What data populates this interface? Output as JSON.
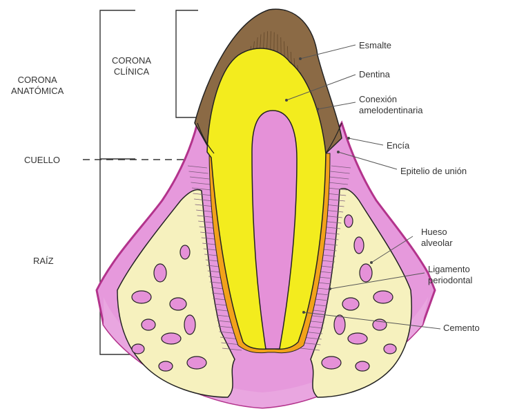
{
  "left_labels": {
    "corona_clinica": [
      "CORONA",
      "CLÍNICA"
    ],
    "corona_anatomica": [
      "CORONA",
      "ANATÓMICA"
    ],
    "cuello": "CUELLO",
    "raiz": "RAÍZ"
  },
  "right_labels": {
    "esmalte": "Esmalte",
    "dentina": "Dentina",
    "conexion": [
      "Conexión",
      "amelodentinaria"
    ],
    "encia": "Encía",
    "epitelio": "Epitelio de unión",
    "hueso": [
      "Hueso",
      "alveolar"
    ],
    "ligamento": [
      "Ligamento",
      "periodontal"
    ],
    "cemento": "Cemento"
  },
  "colors": {
    "enamel": "#8B6A45",
    "dentin": "#F3EC1E",
    "pulp": "#E591D8",
    "gum": "#E699DC",
    "gum_edge": "#B3338C",
    "bone": "#F6F1BE",
    "cementum": "#F2A21A",
    "line": "#333333"
  }
}
